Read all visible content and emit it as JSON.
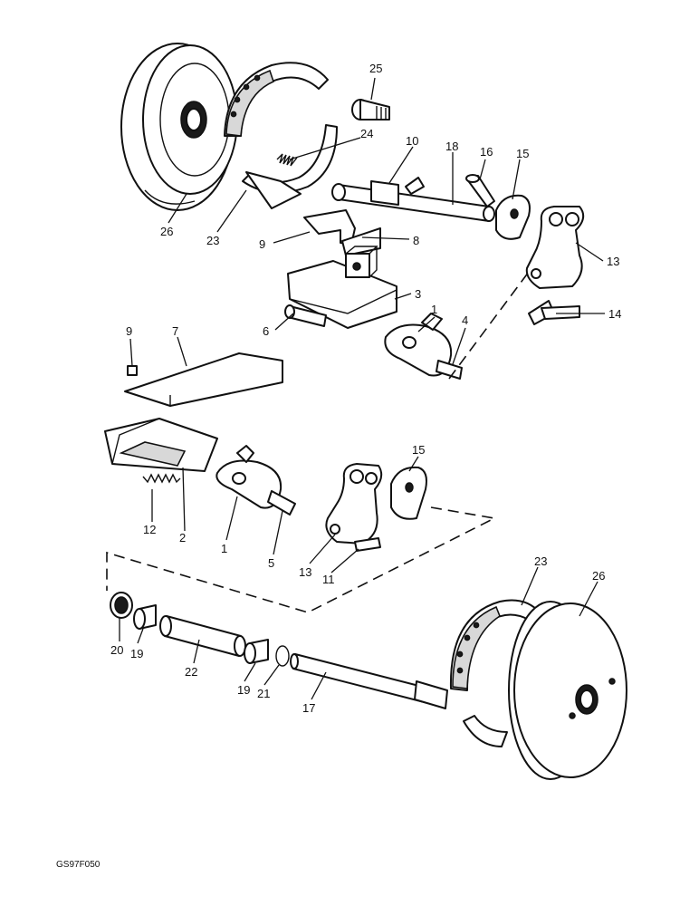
{
  "figure_ref": "GS97F050",
  "callouts": [
    {
      "id": "c26a",
      "text": "26"
    },
    {
      "id": "c23a",
      "text": "23"
    },
    {
      "id": "c25",
      "text": "25"
    },
    {
      "id": "c24",
      "text": "24"
    },
    {
      "id": "c10",
      "text": "10"
    },
    {
      "id": "c18",
      "text": "18"
    },
    {
      "id": "c16",
      "text": "16"
    },
    {
      "id": "c15a",
      "text": "15"
    },
    {
      "id": "c13a",
      "text": "13"
    },
    {
      "id": "c9a",
      "text": "9"
    },
    {
      "id": "c8",
      "text": "8"
    },
    {
      "id": "c3",
      "text": "3"
    },
    {
      "id": "c6",
      "text": "6"
    },
    {
      "id": "c1a",
      "text": "1"
    },
    {
      "id": "c4",
      "text": "4"
    },
    {
      "id": "c14",
      "text": "14"
    },
    {
      "id": "c9b",
      "text": "9"
    },
    {
      "id": "c7",
      "text": "7"
    },
    {
      "id": "c15b",
      "text": "15"
    },
    {
      "id": "c12",
      "text": "12"
    },
    {
      "id": "c2",
      "text": "2"
    },
    {
      "id": "c1b",
      "text": "1"
    },
    {
      "id": "c5",
      "text": "5"
    },
    {
      "id": "c13b",
      "text": "13"
    },
    {
      "id": "c11",
      "text": "11"
    },
    {
      "id": "c23b",
      "text": "23"
    },
    {
      "id": "c26b",
      "text": "26"
    },
    {
      "id": "c20",
      "text": "20"
    },
    {
      "id": "c19a",
      "text": "19"
    },
    {
      "id": "c22",
      "text": "22"
    },
    {
      "id": "c19b",
      "text": "19"
    },
    {
      "id": "c21",
      "text": "21"
    },
    {
      "id": "c17",
      "text": "17"
    }
  ]
}
